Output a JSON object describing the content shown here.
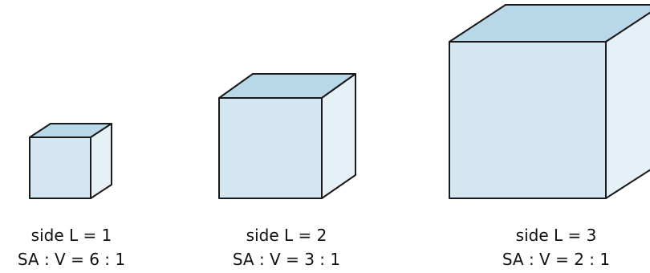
{
  "cubes": [
    {
      "side": 1,
      "label_side": "side L = 1",
      "label_ratio": "SA : V = 6 : 1"
    },
    {
      "side": 2,
      "label_side": "side L = 2",
      "label_ratio": "SA : V = 3 : 1"
    },
    {
      "side": 3,
      "label_side": "side L = 3",
      "label_ratio": "SA : V = 2 : 1"
    }
  ],
  "colors": {
    "front": "#d4e6f2",
    "top": "#b8d8e9",
    "side": "#e6f0f7",
    "stroke": "#1a1a1a"
  }
}
